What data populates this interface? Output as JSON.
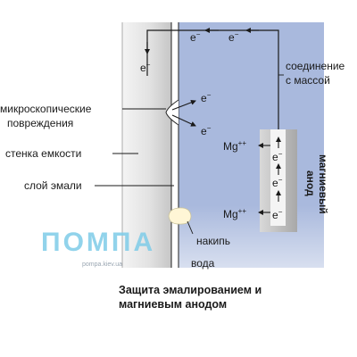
{
  "labels": {
    "connection": [
      "соединение",
      "с массой"
    ],
    "damage": [
      "микроскопические",
      "повреждения"
    ],
    "tank_wall": "стенка емкости",
    "enamel_layer": "слой эмали",
    "scale": "накипь",
    "water": "вода",
    "anode": [
      "магниевый",
      "анод"
    ]
  },
  "ions": {
    "electron": "e",
    "electron_charge": "−",
    "magnesium": "Mg",
    "magnesium_charge": "++"
  },
  "watermark": {
    "logo_text": "ПОМПА",
    "url": "pompa.kiev.ua"
  },
  "caption": {
    "lines": [
      "Защита эмалированием и",
      "магниевым анодом"
    ]
  },
  "colors": {
    "water": "#a9b9dd",
    "wall_light": "#f4f4f4",
    "wall_dark": "#c6c6c6",
    "anode_light": "#d9d9d9",
    "anode_dark": "#a8a8a8",
    "ink": "#1a1a1a",
    "watermark": "#7ecbe8",
    "scale_fill": "#fff6d6"
  }
}
